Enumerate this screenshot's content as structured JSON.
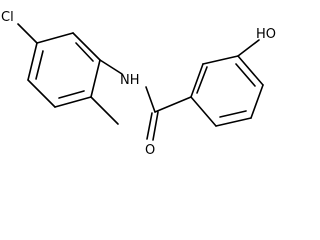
{
  "molecule": {
    "atoms": {
      "cl": "Cl",
      "nh": "NH",
      "o": "O",
      "oh": "HO"
    }
  }
}
